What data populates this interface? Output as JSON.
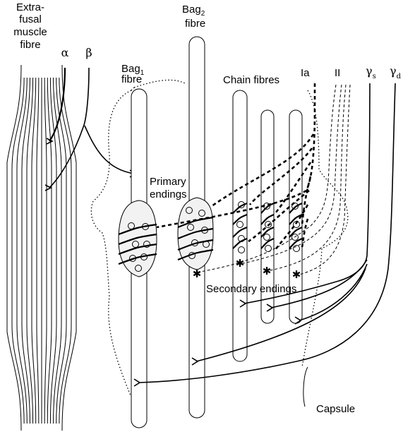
{
  "labels": {
    "extrafusal": [
      "Extra-",
      "fusal",
      "muscle",
      "fibre"
    ],
    "alpha": "α",
    "beta": "β",
    "bag1": {
      "main": "Bag",
      "sub": "1",
      "line2": "fibre"
    },
    "bag2": {
      "main": "Bag",
      "sub": "2",
      "line2": "fibre"
    },
    "chain": "Chain fibres",
    "ia": "Ia",
    "ii": "II",
    "gamma_s": {
      "main": "γ",
      "sub": "s"
    },
    "gamma_d": {
      "main": "γ",
      "sub": "d"
    },
    "primary": [
      "Primary",
      "endings"
    ],
    "secondary": "Secondary endings",
    "capsule": "Capsule"
  }
}
